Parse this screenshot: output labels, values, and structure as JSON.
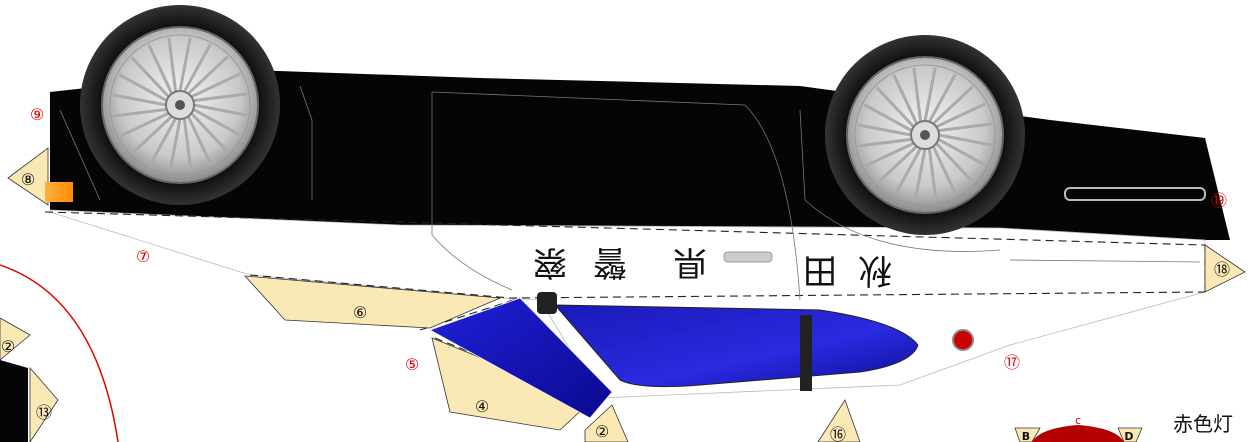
{
  "part_numbers": {
    "n2a": "②",
    "n2b": "②",
    "n4": "④",
    "n5": "⑤",
    "n6": "⑥",
    "n7": "⑦",
    "n8": "⑧",
    "n9": "⑨",
    "n13": "⑬",
    "n16": "⑯",
    "n17": "⑰",
    "n18": "⑱",
    "n19": "⑲"
  },
  "door_text": [
    "秋",
    "田",
    "県",
    "警",
    "察"
  ],
  "lamp": {
    "caption": "赤色灯",
    "letter_top": "c",
    "letter_left": "B",
    "letter_right": "D"
  },
  "colors": {
    "body_black": "#050505",
    "glue_tab": "#fbe9b5",
    "window_blue": "#1616c8",
    "guide_red": "#e00000",
    "lamp_red": "#b30000"
  }
}
